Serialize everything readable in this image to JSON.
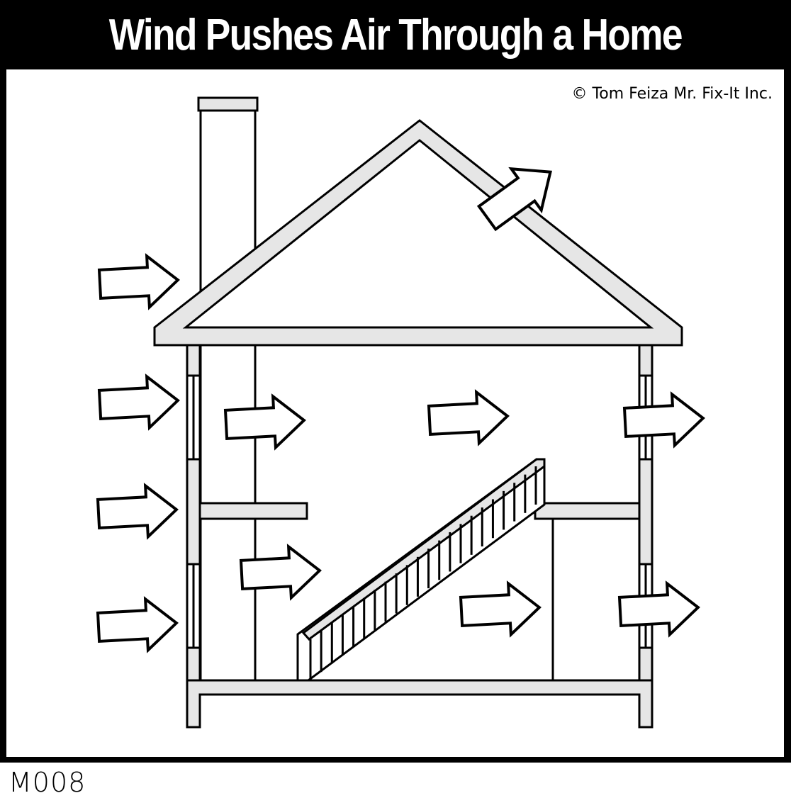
{
  "title": "Wind Pushes Air Through a Home",
  "copyright": "© Tom Feiza Mr. Fix-It Inc.",
  "code": "M008",
  "colors": {
    "frame": "#000000",
    "wall": "#e6e6e6",
    "arrow": "#ffffff",
    "stroke": "#000000"
  }
}
